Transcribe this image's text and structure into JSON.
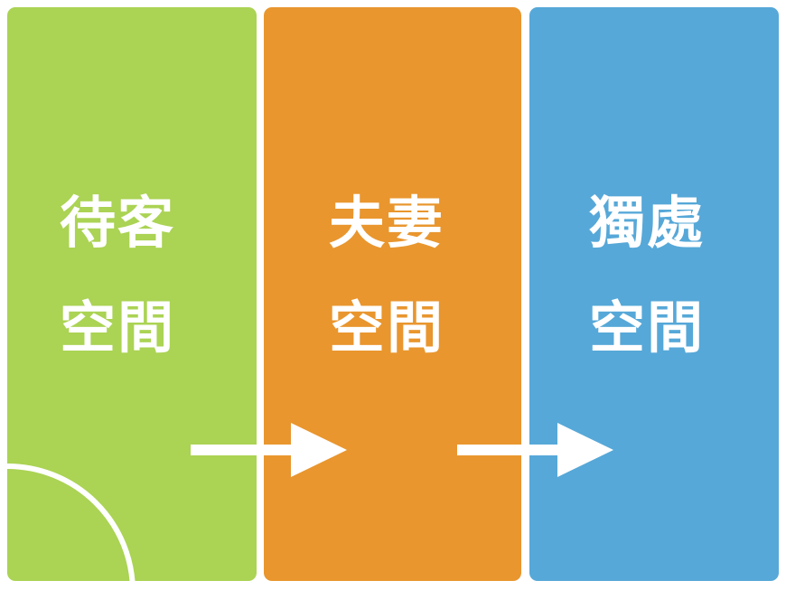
{
  "colors": {
    "panel_1": "#abd354",
    "panel_2": "#e9962e",
    "panel_3": "#56a8d8",
    "text": "#ffffff",
    "arrow": "#ffffff"
  },
  "panels": [
    {
      "line1": "待客",
      "line2": "空間"
    },
    {
      "line1": "夫妻",
      "line2": "空間"
    },
    {
      "line1": "獨處",
      "line2": "空間"
    }
  ],
  "icons": {
    "arrow": "arrow-right-icon",
    "decoration": "quarter-circle-arc"
  }
}
